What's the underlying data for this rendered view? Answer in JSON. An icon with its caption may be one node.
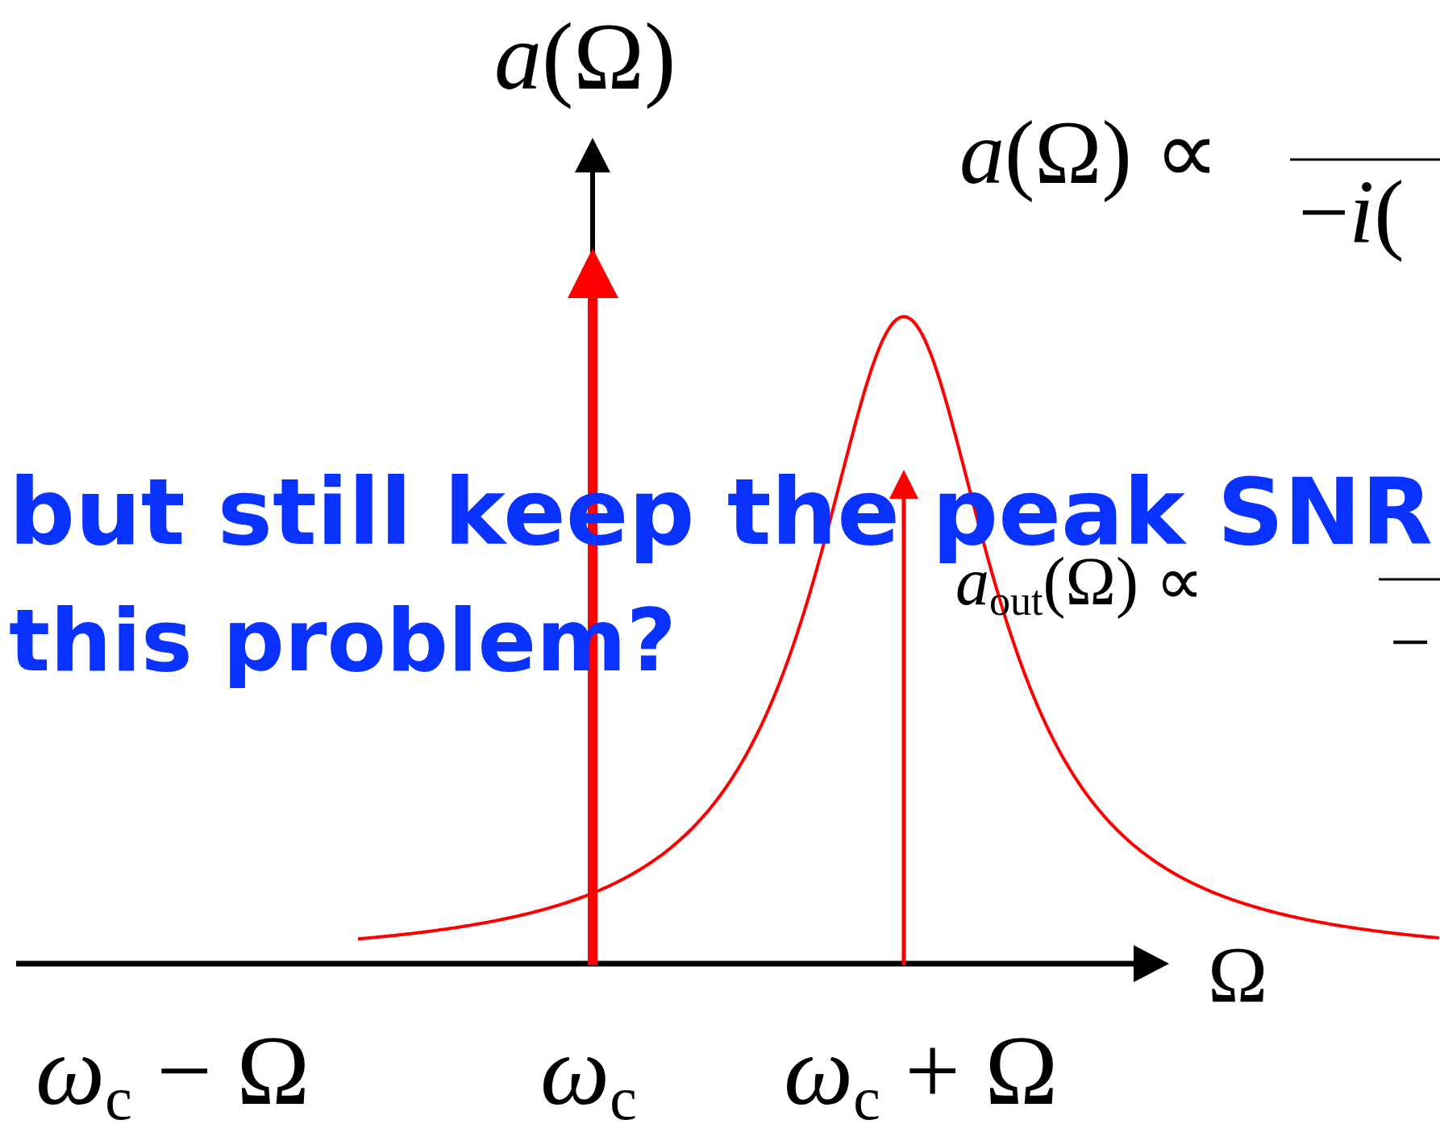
{
  "diagram": {
    "labels": [
      "*a*(Ω)",
      "*a*(Ω) ∝",
      "−*i*(",
      "but still keep the peak SNR",
      "*a*$_{out}$(Ω) ∝",
      "−",
      "this problem?",
      "Ω",
      "*ω*$_{c}$ − Ω",
      "*ω*$_{c}$",
      "*ω*$_{c}$ + Ω"
    ]
  }
}
